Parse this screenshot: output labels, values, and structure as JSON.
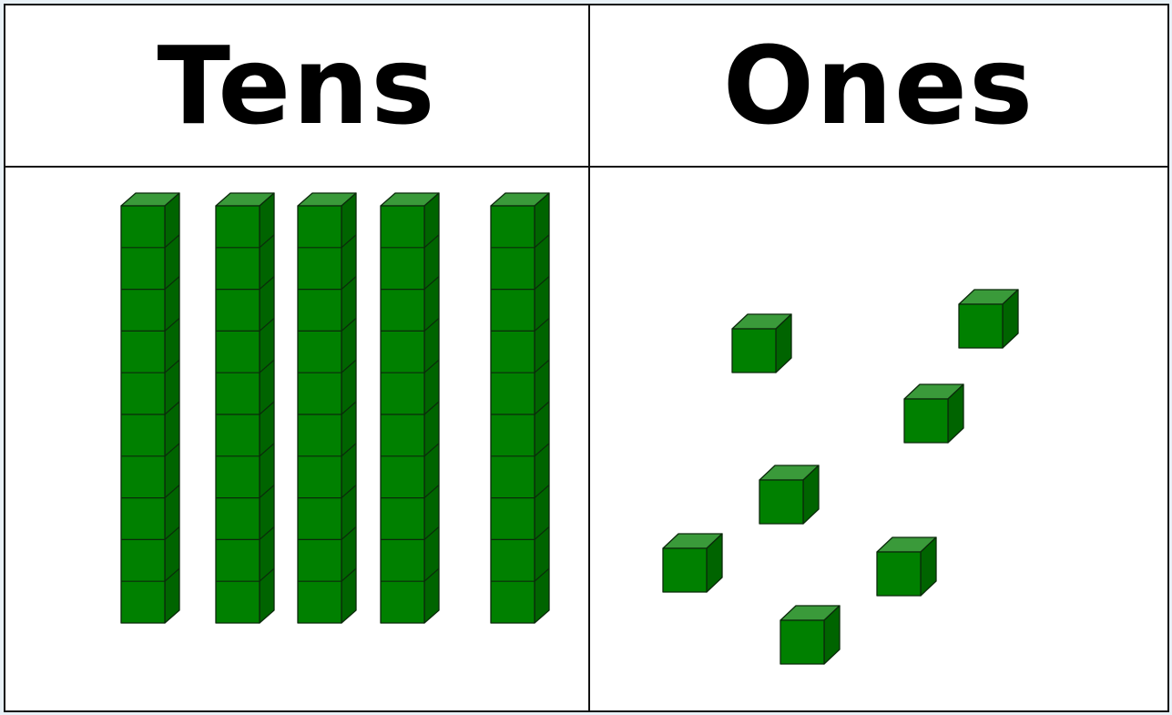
{
  "chart": {
    "headers": {
      "tens": "Tens",
      "ones": "Ones"
    },
    "counts": {
      "tens_rods": 5,
      "unit_cubes": 7,
      "cubes_per_rod": 10
    },
    "colors": {
      "front": "#008000",
      "top": "#3a9a3a",
      "side": "#006400",
      "outline": "#0b2a0b"
    }
  }
}
